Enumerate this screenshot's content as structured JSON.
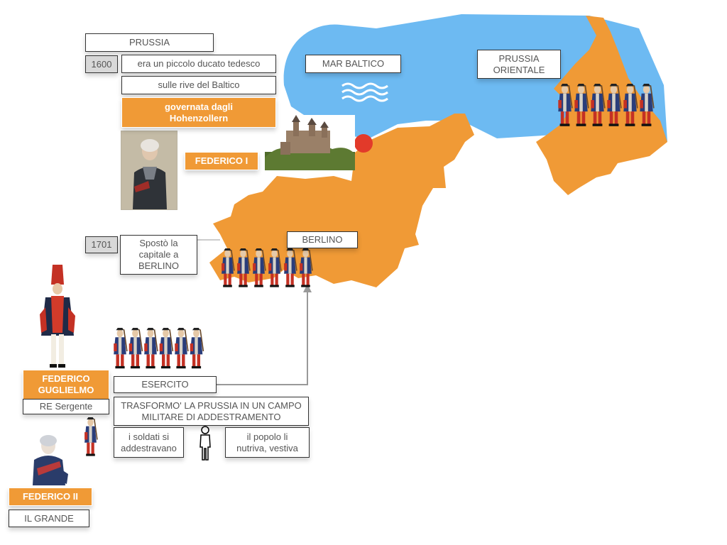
{
  "colors": {
    "sea": "#6dbaf2",
    "land": "#f09a36",
    "accent": "#f09a36"
  },
  "labels": {
    "prussia": "PRUSSIA",
    "year_1600": "1600",
    "piccolo_ducato": "era un piccolo ducato tedesco",
    "rive_baltico": "sulle rive del Baltico",
    "hohenzollern": "governata dagli Hohenzollern",
    "federico_i": "FEDERICO I",
    "year_1701": "1701",
    "sposto": "Spostò la capitale a BERLINO",
    "mar_baltico": "MAR BALTICO",
    "prussia_orientale": "PRUSSIA ORIENTALE",
    "berlino": "BERLINO",
    "federico_guglielmo": "FEDERICO GUGLIELMO",
    "re_sergente": "RE Sergente",
    "esercito": "ESERCITO",
    "trasformo": "TRASFORMO' LA PRUSSIA IN UN CAMPO MILITARE DI ADDESTRAMENTO",
    "soldati": "i soldati si addestravano",
    "popolo": "il popolo li nutriva, vestiva",
    "federico_ii": "FEDERICO II",
    "il_grande": "IL GRANDE"
  },
  "icons": {
    "waves": "waves-icon",
    "person": "person-icon",
    "soldiers": "soldier-group-image",
    "castle": "castle-image",
    "portrait": "portrait-image"
  }
}
